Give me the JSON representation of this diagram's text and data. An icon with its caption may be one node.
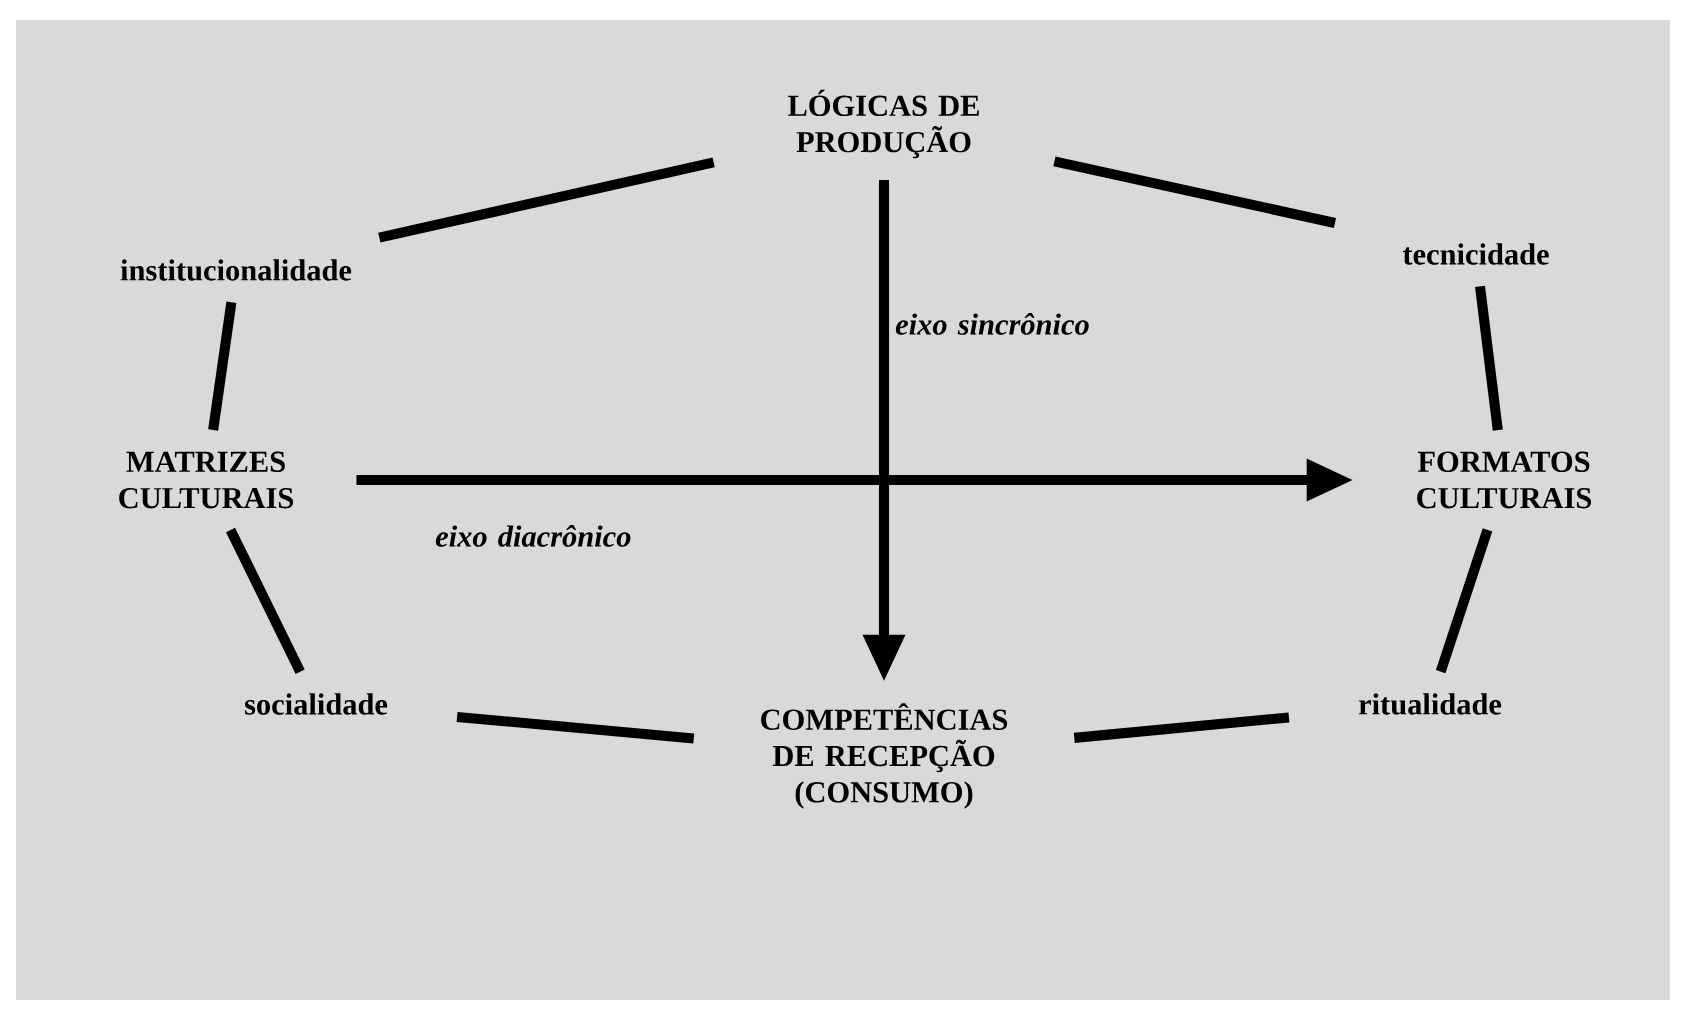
{
  "diagram": {
    "nodes": [
      {
        "text": [
          "LÓGICAS DE PRODUÇÃO"
        ]
      },
      {
        "text": [
          "institucionalidade"
        ]
      },
      {
        "text": [
          "tecnicidade"
        ]
      },
      {
        "text": [
          "MATRIZES CULTURAIS"
        ]
      },
      {
        "text": [
          "FORMATOS CULTURAIS"
        ]
      },
      {
        "text": [
          "socialidade"
        ]
      },
      {
        "text": [
          "ritualidade"
        ]
      },
      {
        "text": [
          "COMPETÊNCIAS DE RECEPÇÃO (CONSUMO)"
        ]
      }
    ],
    "edges": [
      {
        "from": 0,
        "to": 1,
        "arrow": "none"
      },
      {
        "from": 1,
        "to": 3,
        "arrow": "none"
      },
      {
        "from": 3,
        "to": 5,
        "arrow": "none"
      },
      {
        "from": 5,
        "to": 7,
        "arrow": "none"
      },
      {
        "from": 7,
        "to": 6,
        "arrow": "none"
      },
      {
        "from": 6,
        "to": 4,
        "arrow": "none"
      },
      {
        "from": 4,
        "to": 2,
        "arrow": "none"
      },
      {
        "from": 2,
        "to": 0,
        "arrow": "none"
      },
      {
        "from": 3,
        "to": 4,
        "arrow": "to",
        "label": "eixo diacrônico"
      },
      {
        "from": 0,
        "to": 7,
        "arrow": "to",
        "label": "eixo sincrônico"
      }
    ]
  }
}
